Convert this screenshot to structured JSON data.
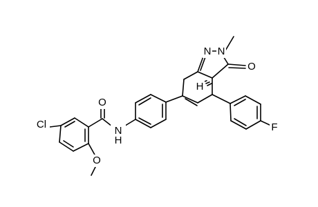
{
  "structure": {
    "atom_labels": {
      "cl": "Cl",
      "amide_o": "O",
      "nh": "N",
      "h_amide": "H",
      "ome_o": "O",
      "ring_n1": "N",
      "ring_n2": "N",
      "ketone_o": "O",
      "stereo_h": "H",
      "f": "F"
    }
  },
  "colors": {
    "ink": "#000000",
    "background": "#ffffff"
  }
}
